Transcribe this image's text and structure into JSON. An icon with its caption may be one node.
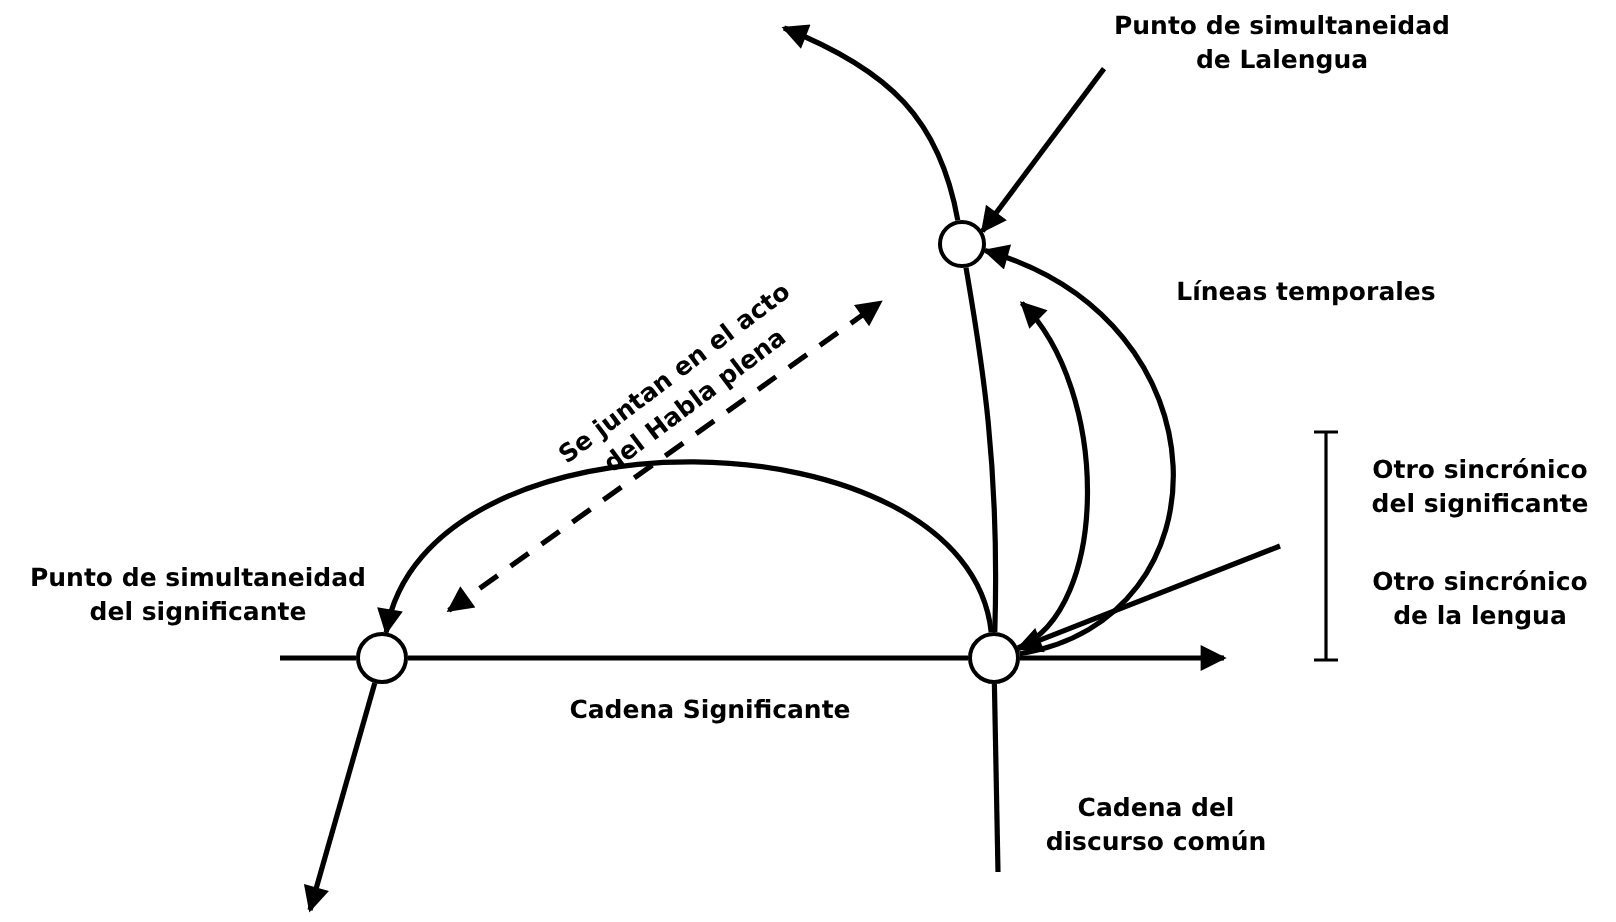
{
  "diagram": {
    "nodes": [
      {
        "text": [
          "Punto de simultaneidad de Lalengua"
        ]
      },
      {
        "text": [],
        "shape": "circle"
      },
      {
        "text": [],
        "shape": "circle"
      },
      {
        "text": [],
        "shape": "circle"
      }
    ],
    "edges": [
      {
        "from": 0,
        "to": 1,
        "arrow": "to"
      },
      {
        "from": 3,
        "to": 2,
        "arrow": "to"
      },
      {
        "from": 3,
        "to": 1,
        "arrow": "to"
      },
      {
        "from": 3,
        "to": 1,
        "arrow": "to"
      },
      {
        "from": 2,
        "to": 1,
        "arrow": "both",
        "style": "dashed",
        "label": "Se juntan en el acto del Habla plena"
      },
      {
        "from": null,
        "to": 2,
        "arrow": "none"
      },
      {
        "from": 2,
        "to": 3,
        "arrow": "none"
      },
      {
        "from": 3,
        "to": null,
        "arrow": "to"
      },
      {
        "from": 2,
        "to": null,
        "arrow": "to"
      },
      {
        "from": null,
        "to": 3,
        "arrow": "none"
      },
      {
        "from": 3,
        "to": 1,
        "arrow": "none"
      },
      {
        "from": 1,
        "to": null,
        "arrow": "to"
      },
      {
        "from": null,
        "to": 3,
        "arrow": "to"
      }
    ],
    "labels": [
      "Líneas temporales",
      "Punto de simultaneidad del significante",
      "Cadena Significante",
      "Cadena del discurso común",
      "Otro sincrónico del significante",
      "Otro sincrónico de la lengua"
    ]
  }
}
